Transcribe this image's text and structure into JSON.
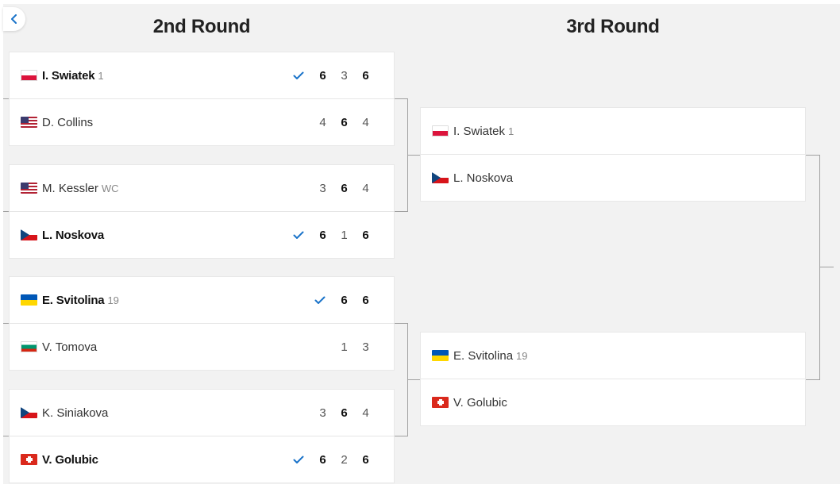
{
  "nav": {
    "back_icon": "chevron-left-icon"
  },
  "rounds": [
    {
      "title": "2nd Round"
    },
    {
      "title": "3rd Round"
    }
  ],
  "colors": {
    "check": "#1a73c9",
    "connector": "#a0a0a0",
    "panel_bg": "#f2f2f2"
  },
  "round2": [
    {
      "players": [
        {
          "name": "I. Swiatek",
          "seed": "1",
          "flag": "POL",
          "winner": true,
          "scores": [
            {
              "v": "6",
              "win": true
            },
            {
              "v": "3",
              "win": false
            },
            {
              "v": "6",
              "win": true
            }
          ]
        },
        {
          "name": "D. Collins",
          "seed": "",
          "flag": "USA",
          "winner": false,
          "scores": [
            {
              "v": "4",
              "win": false
            },
            {
              "v": "6",
              "win": true
            },
            {
              "v": "4",
              "win": false
            }
          ]
        }
      ]
    },
    {
      "players": [
        {
          "name": "M. Kessler",
          "seed": "WC",
          "flag": "USA",
          "winner": false,
          "scores": [
            {
              "v": "3",
              "win": false
            },
            {
              "v": "6",
              "win": true
            },
            {
              "v": "4",
              "win": false
            }
          ]
        },
        {
          "name": "L. Noskova",
          "seed": "",
          "flag": "CZE",
          "winner": true,
          "scores": [
            {
              "v": "6",
              "win": true
            },
            {
              "v": "1",
              "win": false
            },
            {
              "v": "6",
              "win": true
            }
          ]
        }
      ]
    },
    {
      "players": [
        {
          "name": "E. Svitolina",
          "seed": "19",
          "flag": "UKR",
          "winner": true,
          "scores": [
            {
              "v": "6",
              "win": true
            },
            {
              "v": "6",
              "win": true
            }
          ]
        },
        {
          "name": "V. Tomova",
          "seed": "",
          "flag": "BUL",
          "winner": false,
          "scores": [
            {
              "v": "1",
              "win": false
            },
            {
              "v": "3",
              "win": false
            }
          ]
        }
      ]
    },
    {
      "players": [
        {
          "name": "K. Siniakova",
          "seed": "",
          "flag": "CZE",
          "winner": false,
          "scores": [
            {
              "v": "3",
              "win": false
            },
            {
              "v": "6",
              "win": true
            },
            {
              "v": "4",
              "win": false
            }
          ]
        },
        {
          "name": "V. Golubic",
          "seed": "",
          "flag": "SUI",
          "winner": true,
          "scores": [
            {
              "v": "6",
              "win": true
            },
            {
              "v": "2",
              "win": false
            },
            {
              "v": "6",
              "win": true
            }
          ]
        }
      ]
    }
  ],
  "round3": [
    {
      "players": [
        {
          "name": "I. Swiatek",
          "seed": "1",
          "flag": "POL",
          "winner": false,
          "scores": []
        },
        {
          "name": "L. Noskova",
          "seed": "",
          "flag": "CZE",
          "winner": false,
          "scores": []
        }
      ]
    },
    {
      "players": [
        {
          "name": "E. Svitolina",
          "seed": "19",
          "flag": "UKR",
          "winner": false,
          "scores": []
        },
        {
          "name": "V. Golubic",
          "seed": "",
          "flag": "SUI",
          "winner": false,
          "scores": []
        }
      ]
    }
  ]
}
